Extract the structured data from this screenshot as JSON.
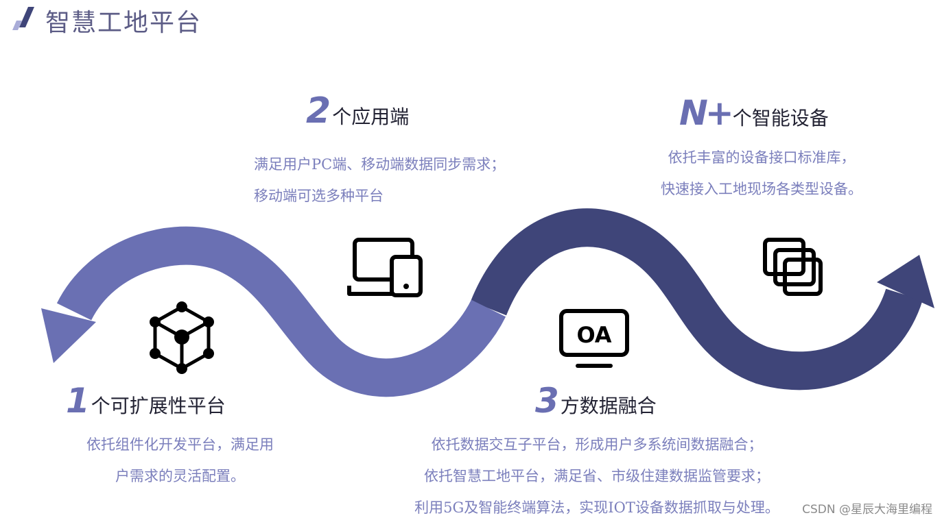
{
  "title": "智慧工地平台",
  "features": [
    {
      "number": "1",
      "heading": "个可扩展性平台",
      "lines": [
        "依托组件化开发平台，满足用",
        "户需求的灵活配置。"
      ]
    },
    {
      "number": "2",
      "heading": "个应用端",
      "lines": [
        "满足用户PC端、移动端数据同步需求；",
        "移动端可选多种平台"
      ]
    },
    {
      "number": "3",
      "heading": "方数据融合",
      "lines": [
        "依托数据交互子平台，形成用户多系统间数据融合；",
        "依托智慧工地平台，满足省、市级住建数据监管要求；",
        "利用5G及智能终端算法，实现IOT设备数据抓取与处理。"
      ]
    },
    {
      "number": "N+",
      "heading": "个智能设备",
      "lines": [
        "依托丰富的设备接口标准库，",
        "快速接入工地现场各类型设备。"
      ]
    }
  ],
  "icons": {
    "oa_label": "OA"
  },
  "watermark": "CSDN @星辰大海里编程",
  "colors": {
    "arrow_light": "#6a70b3",
    "arrow_dark": "#3f4579",
    "accent": "#6a6fb2",
    "text": "#7b7fbc"
  }
}
